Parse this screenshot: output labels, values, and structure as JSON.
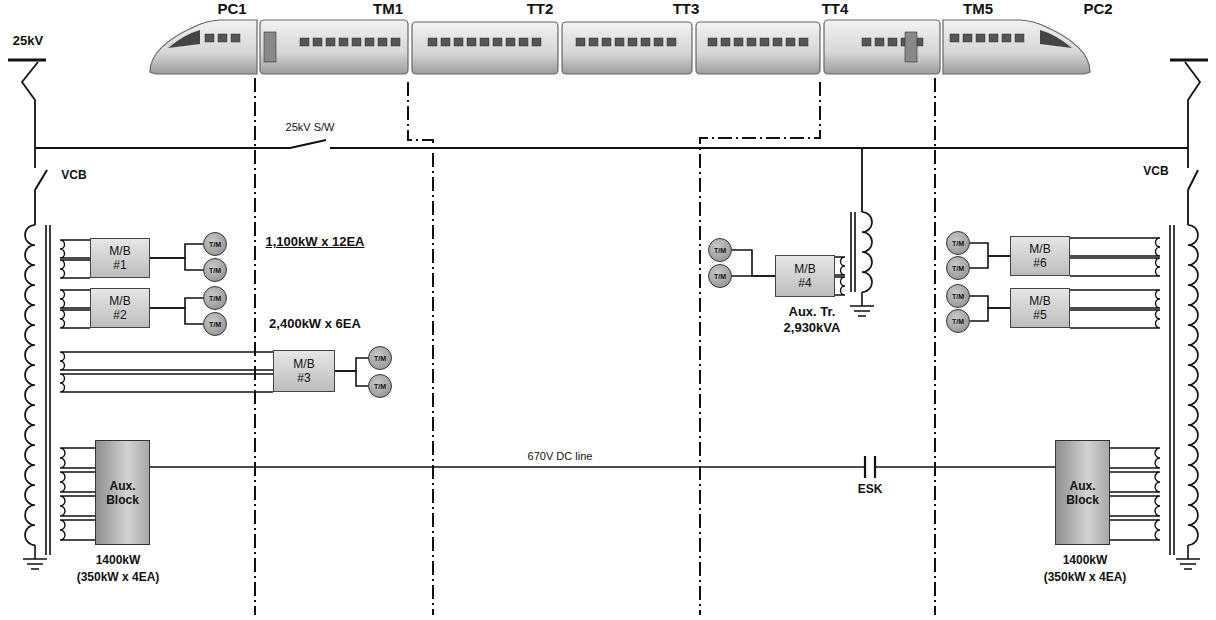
{
  "diagram": {
    "nodes": [
      {
        "text": [
          "M/B #1"
        ]
      },
      {
        "text": [
          "T/M"
        ]
      },
      {
        "text": [
          "T/M"
        ]
      },
      {
        "text": [
          "M/B #2"
        ]
      },
      {
        "text": [
          "T/M"
        ]
      },
      {
        "text": [
          "T/M"
        ]
      },
      {
        "text": [
          "M/B #3"
        ]
      },
      {
        "text": [
          "T/M"
        ]
      },
      {
        "text": [
          "T/M"
        ]
      },
      {
        "text": [
          "Aux. Block"
        ]
      },
      {
        "text": [
          "T/M"
        ]
      },
      {
        "text": [
          "T/M"
        ]
      },
      {
        "text": [
          "M/B #4"
        ]
      },
      {
        "text": [
          "T/M"
        ]
      },
      {
        "text": [
          "T/M"
        ]
      },
      {
        "text": [
          "M/B #6"
        ]
      },
      {
        "text": [
          "T/M"
        ]
      },
      {
        "text": [
          "T/M"
        ]
      },
      {
        "text": [
          "M/B #5"
        ]
      },
      {
        "text": [
          "Aux. Block"
        ]
      }
    ],
    "edges": [
      {
        "from": 0,
        "to": 1,
        "arrow": "none"
      },
      {
        "from": 0,
        "to": 2,
        "arrow": "none"
      },
      {
        "from": 3,
        "to": 4,
        "arrow": "none"
      },
      {
        "from": 3,
        "to": 5,
        "arrow": "none"
      },
      {
        "from": 6,
        "to": 7,
        "arrow": "none"
      },
      {
        "from": 6,
        "to": 8,
        "arrow": "none"
      },
      {
        "from": 12,
        "to": 10,
        "arrow": "none"
      },
      {
        "from": 12,
        "to": 11,
        "arrow": "none"
      },
      {
        "from": 15,
        "to": 13,
        "arrow": "none"
      },
      {
        "from": 15,
        "to": 14,
        "arrow": "none"
      },
      {
        "from": 18,
        "to": 16,
        "arrow": "none"
      },
      {
        "from": 18,
        "to": 17,
        "arrow": "none"
      },
      {
        "from": 9,
        "to": 19,
        "arrow": "none",
        "label": "670V DC line"
      }
    ],
    "labels": [
      "PC1",
      "TM1",
      "TT2",
      "TT3",
      "TT4",
      "TM5",
      "PC2",
      "25kV",
      "VCB",
      "VCB",
      "25kV S/W",
      "1,100kW x 12EA",
      "2,400kW x 6EA",
      "Aux. Tr.",
      "2,930kVA",
      "ESK",
      "1400kW",
      "(350kW x 4EA)",
      "1400kW",
      "(350kW x 4EA)"
    ]
  }
}
